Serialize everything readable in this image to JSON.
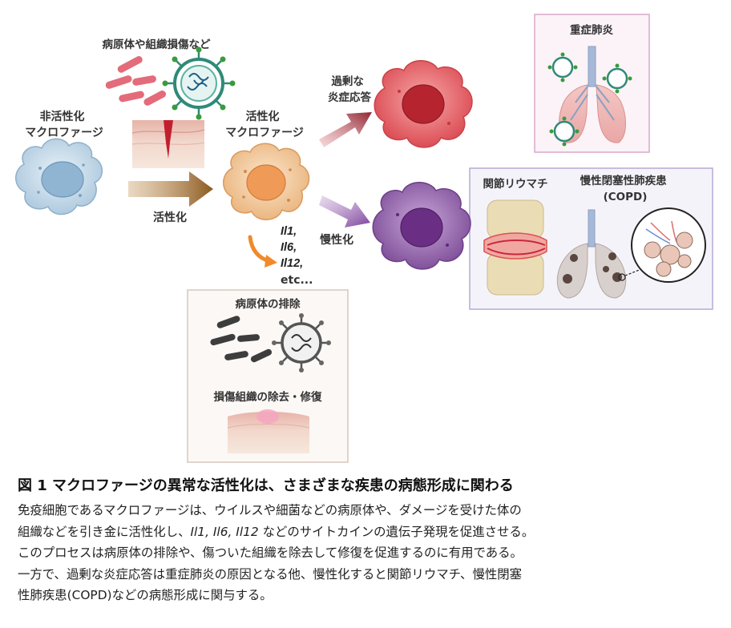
{
  "labels": {
    "inactive_macrophage": [
      "非活性化",
      "マクロファージ"
    ],
    "pathogen_damage": "病原体や組織損傷など",
    "activation": "活性化",
    "active_macrophage": [
      "活性化",
      "マクロファージ"
    ],
    "excess_inflammation": [
      "過剰な",
      "炎症応答"
    ],
    "chronic": "慢性化",
    "cytokines": [
      "Il1,",
      "Il6,",
      "Il12,",
      "etc..."
    ],
    "pathogen_removal": "病原体の排除",
    "tissue_repair": "損傷組織の除去・修復",
    "severe_pneumonia": "重症肺炎",
    "rheumatoid_arthritis": "関節リウマチ",
    "copd": [
      "慢性閉塞性肺疾患",
      "(COPD)"
    ]
  },
  "colors": {
    "inactive_cell": "#c9dcea",
    "active_cell": "#f3c99a",
    "inflamed_cell": "#e8646a",
    "chronic_cell": "#8f5aa6",
    "arrow_brown": "#8b5a1e",
    "arrow_red": "#8e2430",
    "arrow_purple": "#7a3f98",
    "arrow_orange": "#f08a2a",
    "box_pink_border": "#d9a9c9",
    "box_purple_border": "#b6a9d6",
    "box_beige_border": "#d6c7bd"
  },
  "caption": {
    "title": "図 1 マクロファージの異常な活性化は、さまざまな疾患の病態形成に関わる",
    "line1": "免疫細胞であるマクロファージは、ウイルスや細菌などの病原体や、ダメージを受けた体の",
    "line2_a": "組織などを引き金に活性化し、",
    "line2_g1": "Il1,",
    "line2_g2": "Il6,",
    "line2_g3": "Il12",
    "line2_b": "などのサイトカインの遺伝子発現を促進させる。",
    "line3": "このプロセスは病原体の排除や、傷ついた組織を除去して修復を促進するのに有用である。",
    "line4": "一方で、過剰な炎症応答は重症肺炎の原因となる他、慢性化すると関節リウマチ、慢性閉塞",
    "line5": "性肺疾患(COPD)などの病態形成に関与する。"
  }
}
